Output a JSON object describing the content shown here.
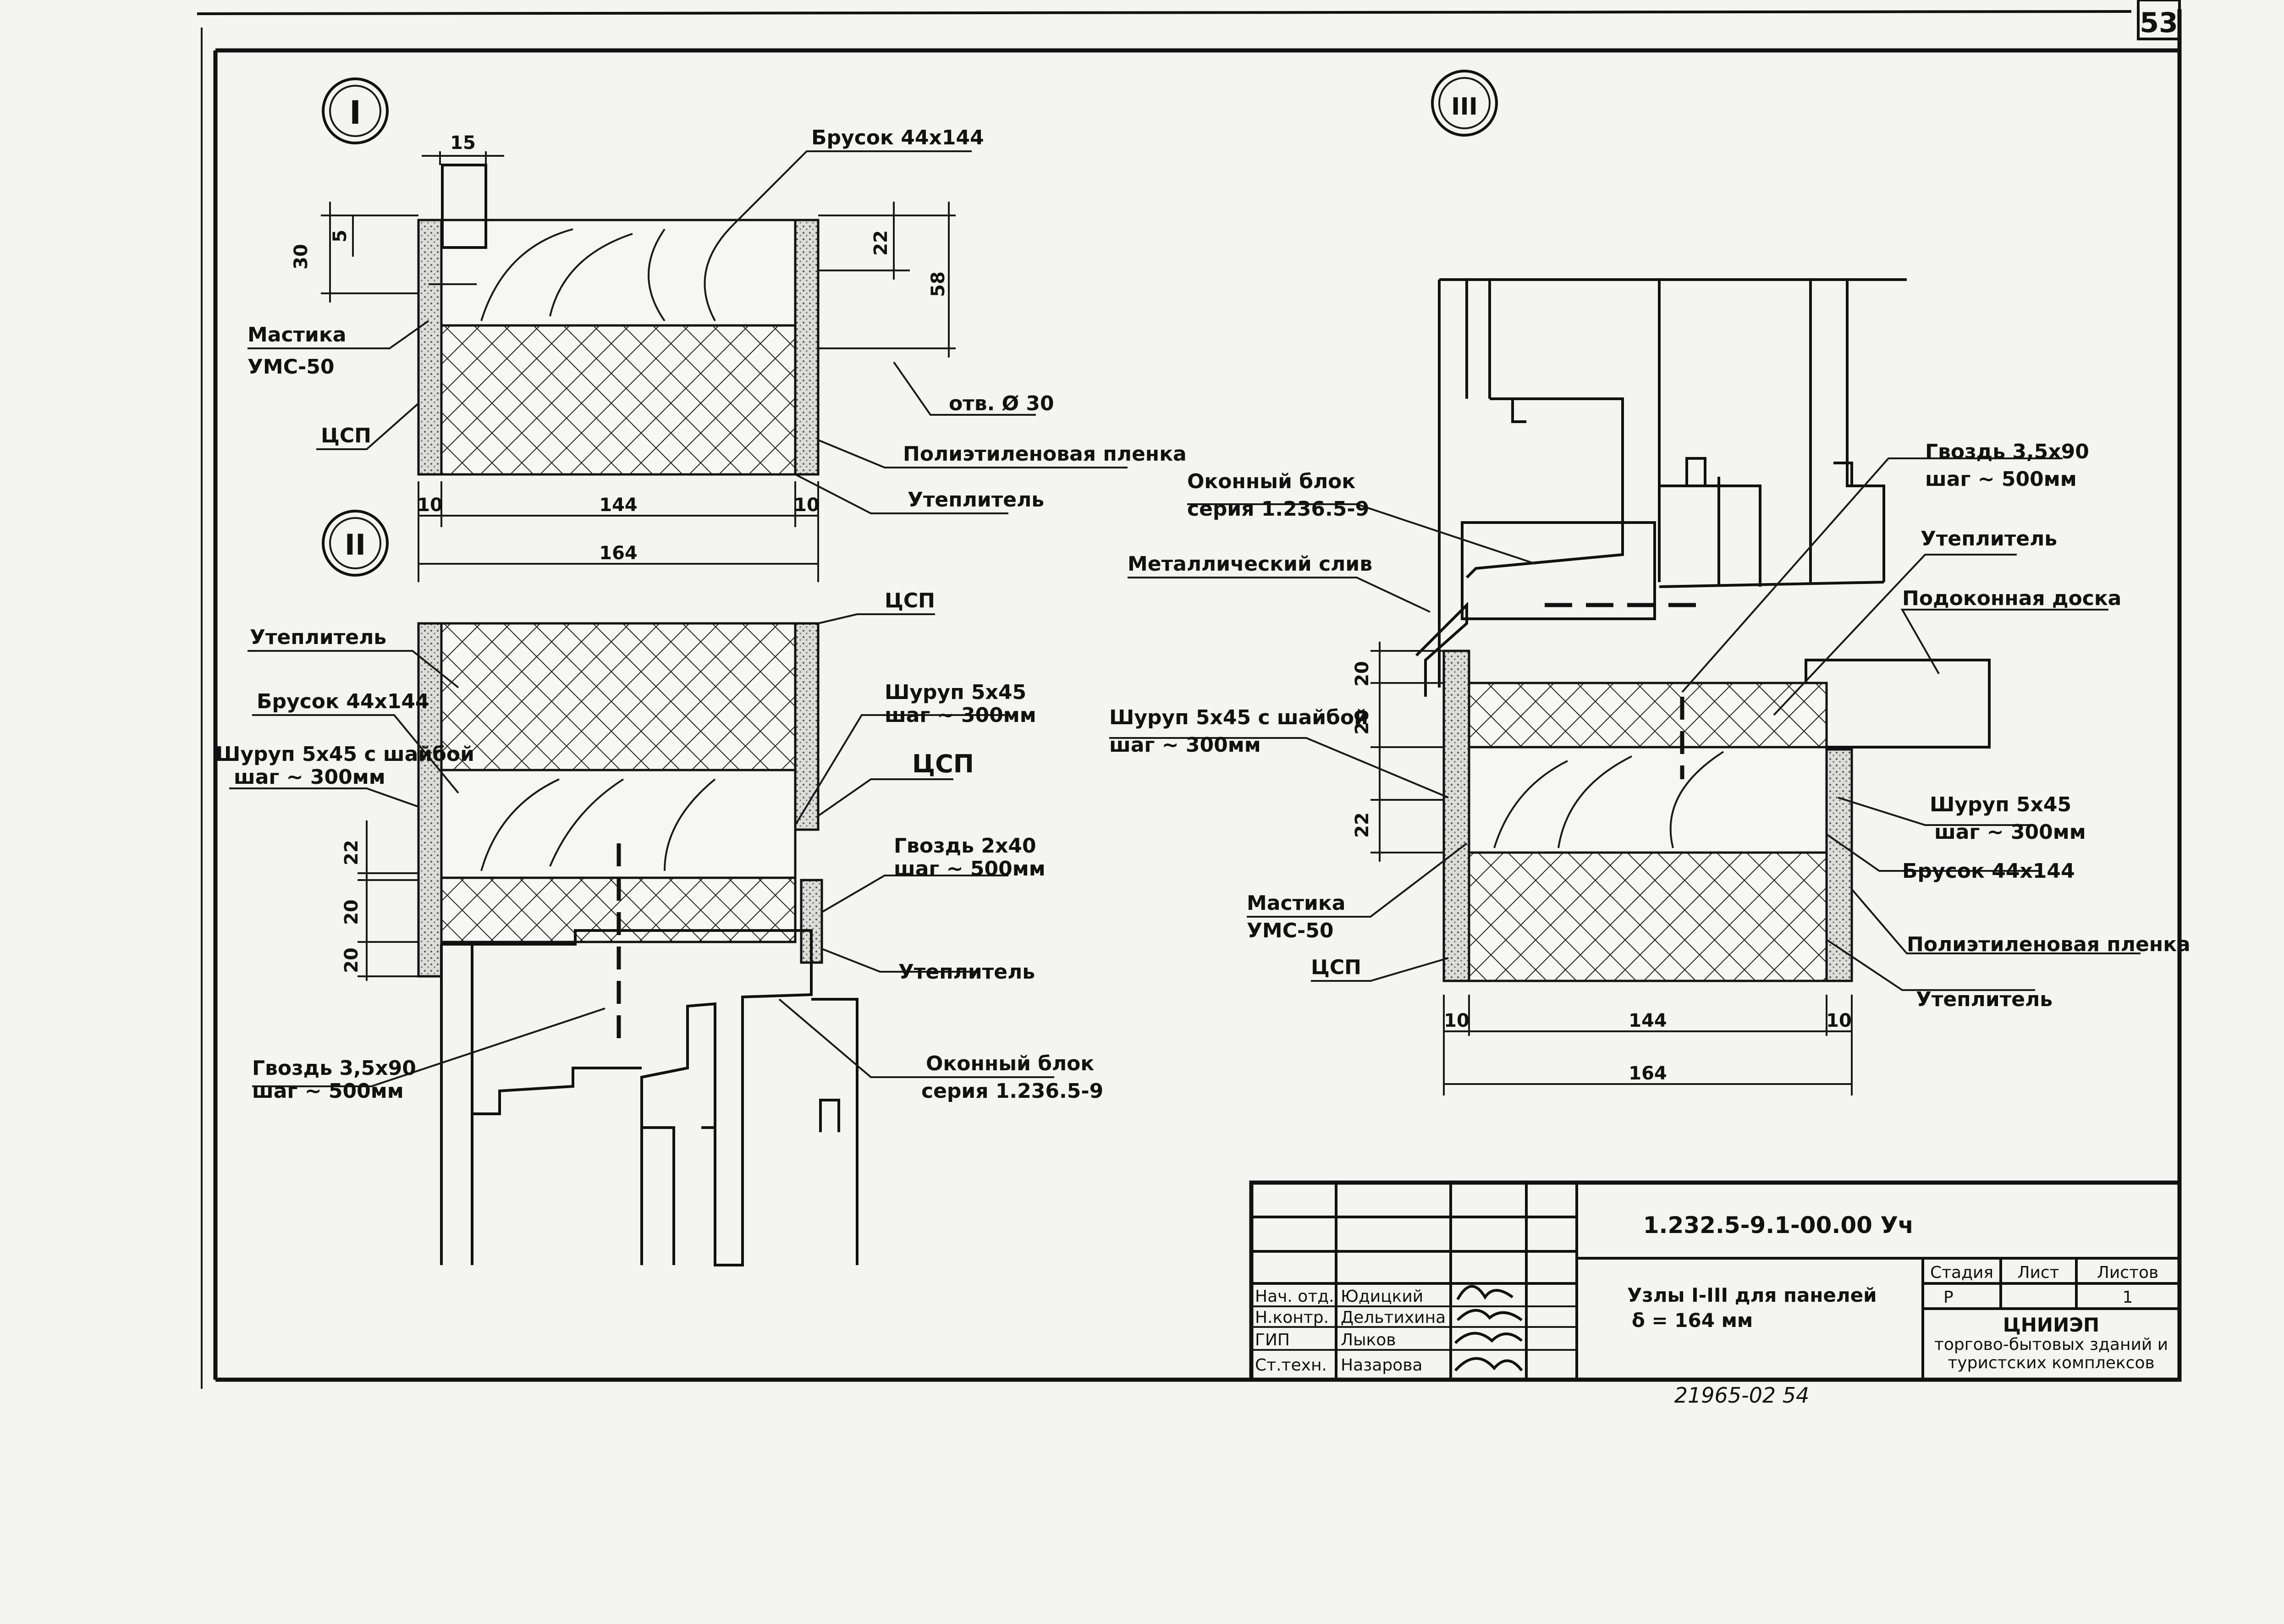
{
  "sheet_number": "53",
  "view_labels": {
    "v1": "I",
    "v2": "II",
    "v3": "III"
  },
  "view1": {
    "dims": {
      "d15": "15",
      "d30": "30",
      "d5": "5",
      "d22": "22",
      "d58": "58",
      "d10a": "10",
      "d144": "144",
      "d10b": "10",
      "d164": "164"
    },
    "callouts": {
      "brusok": "Брусок 44х144",
      "mastika_1": "Мастика",
      "mastika_2": "УМС-50",
      "tsp": "ЦСП",
      "otv": "отв. Ø 30",
      "film": "Полиэтиленовая пленка",
      "insul": "Утеплитель"
    }
  },
  "view2": {
    "dims": {
      "d22": "22",
      "d20a": "20",
      "d20b": "20"
    },
    "callouts": {
      "tsp_top": "ЦСП",
      "insul_left": "Утеплитель",
      "brusok": "Брусок 44х144",
      "screw_w_1": "Шуруп 5х45 с шайбой",
      "screw_w_2": "шаг ~ 300мм",
      "screw_1": "Шуруп 5х45",
      "screw_2": "шаг ~ 300мм",
      "tsp_mid": "ЦСП",
      "nail_1": "Гвоздь 2х40",
      "nail_2": "шаг ~ 500мм",
      "insul_right": "Утеплитель",
      "nail2_1": "Гвоздь 3,5х90",
      "nail2_2": "шаг ~ 500мм",
      "window_1": "Оконный блок",
      "window_2": "серия 1.236.5-9"
    }
  },
  "view3": {
    "dims": {
      "d20a": "20",
      "d20b": "20",
      "d22": "22",
      "d10a": "10",
      "d144": "144",
      "d10b": "10",
      "d164": "164"
    },
    "callouts": {
      "window_1": "Оконный блок",
      "window_2": "серия 1.236.5-9",
      "metal": "Металлический слив",
      "nail_1": "Гвоздь 3,5х90",
      "nail_2": "шаг ~ 500мм",
      "insul_top": "Утеплитель",
      "sill": "Подоконная доска",
      "screw_w_1": "Шуруп 5х45 с шайбой",
      "screw_w_2": "шаг ~ 300мм",
      "screw_1": "Шуруп 5х45",
      "screw_2": "шаг ~ 300мм",
      "brusok": "Брусок 44х144",
      "mastika_1": "Мастика",
      "mastika_2": "УМС-50",
      "tsp": "ЦСП",
      "film": "Полиэтиленовая пленка",
      "insul_bottom": "Утеплитель"
    }
  },
  "title_block": {
    "code": "1.232.5-9.1-00.00 Уч",
    "title_1": "Узлы I-III для панелей",
    "title_2": "δ = 164 мм",
    "h_stage": "Стадия",
    "h_sheet": "Лист",
    "h_sheets": "Листов",
    "stage": "Р",
    "sheet": "",
    "sheets": "1",
    "org_1": "ЦНИИЭП",
    "org_2": "торгово-бытовых зданий и",
    "org_3": "туристских комплексов",
    "roles": [
      {
        "role": "Нач. отд.",
        "name": "Юдицкий"
      },
      {
        "role": "Н.контр.",
        "name": "Дельтихина"
      },
      {
        "role": "ГИП",
        "name": "Лыков"
      },
      {
        "role": "Ст.техн.",
        "name": "Назарова"
      }
    ]
  },
  "footer_stamp": "21965-02   54"
}
